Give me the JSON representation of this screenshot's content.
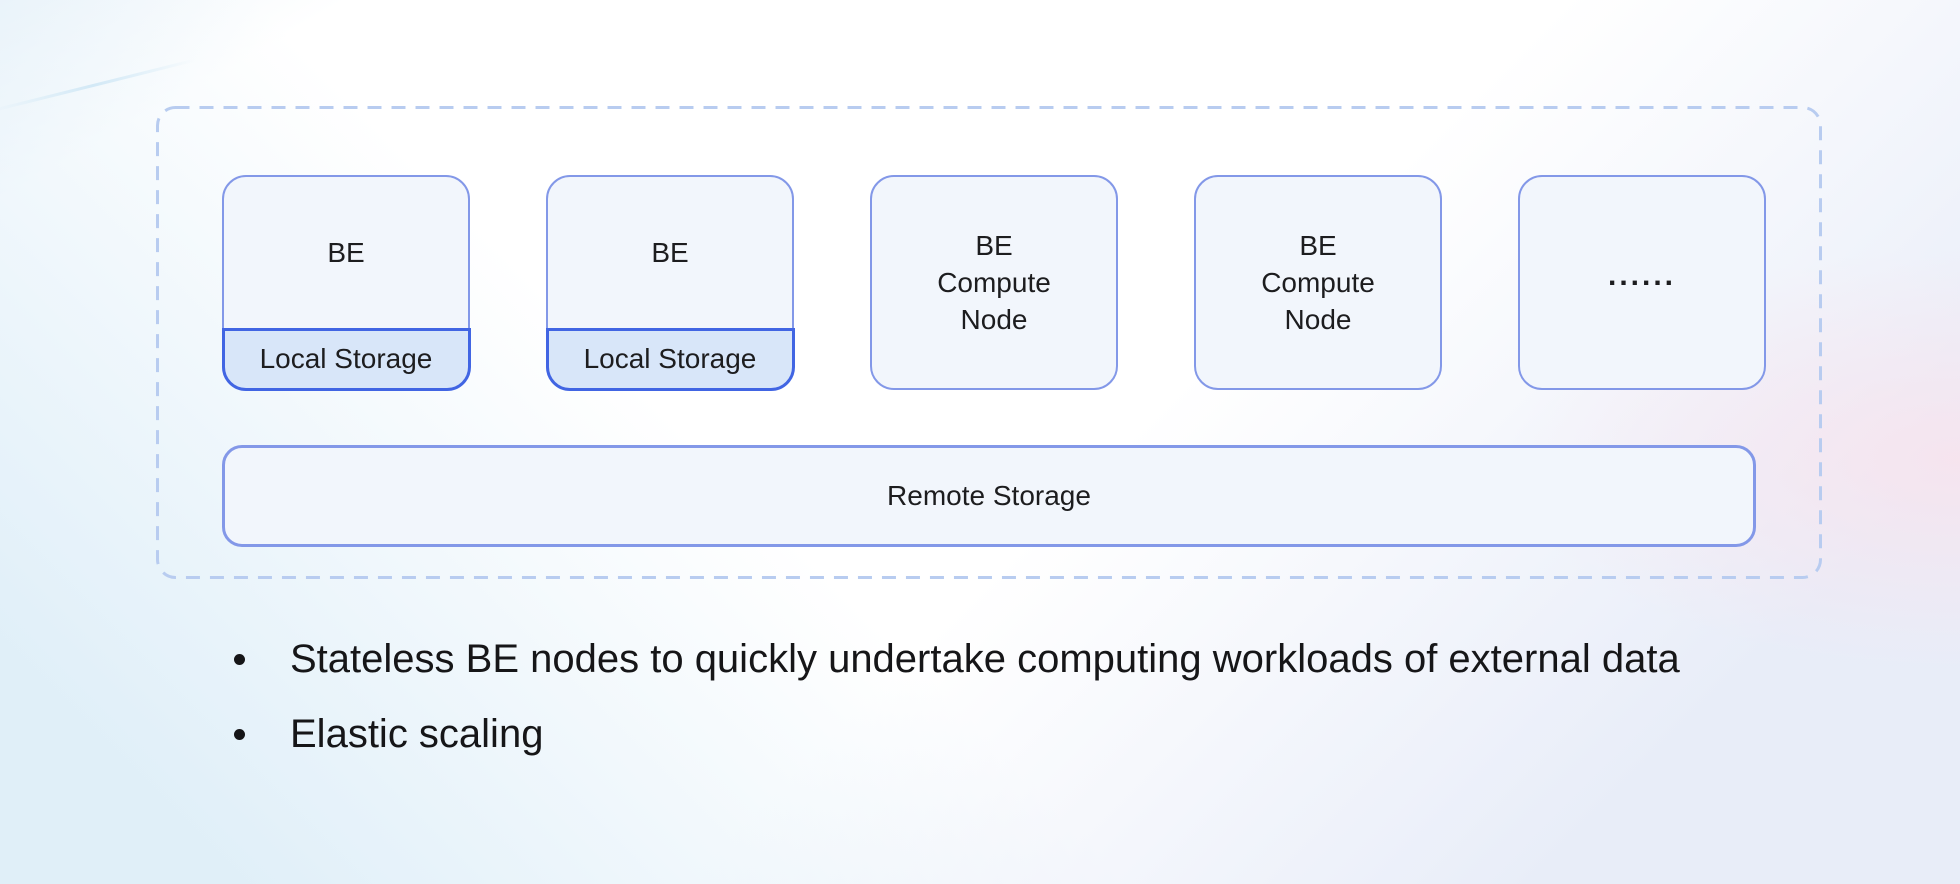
{
  "diagram": {
    "nodes": [
      {
        "type": "be-with-storage",
        "label": "BE",
        "storage_label": "Local Storage"
      },
      {
        "type": "be-with-storage",
        "label": "BE",
        "storage_label": "Local Storage"
      },
      {
        "type": "compute",
        "lines": [
          "BE",
          "Compute",
          "Node"
        ]
      },
      {
        "type": "compute",
        "lines": [
          "BE",
          "Compute",
          "Node"
        ]
      },
      {
        "type": "ellipsis",
        "label": "......"
      }
    ],
    "remote_storage_label": "Remote Storage"
  },
  "bullets": [
    "Stateless BE nodes to quickly undertake computing workloads of external data",
    "Elastic scaling"
  ],
  "colors": {
    "node_border": "#8398e8",
    "node_fill": "#f2f6fc",
    "local_storage_border": "#4165e3",
    "local_storage_fill": "#d8e6f9",
    "cluster_dashed_border": "#b8ccf0",
    "text": "#1d1d1f"
  }
}
